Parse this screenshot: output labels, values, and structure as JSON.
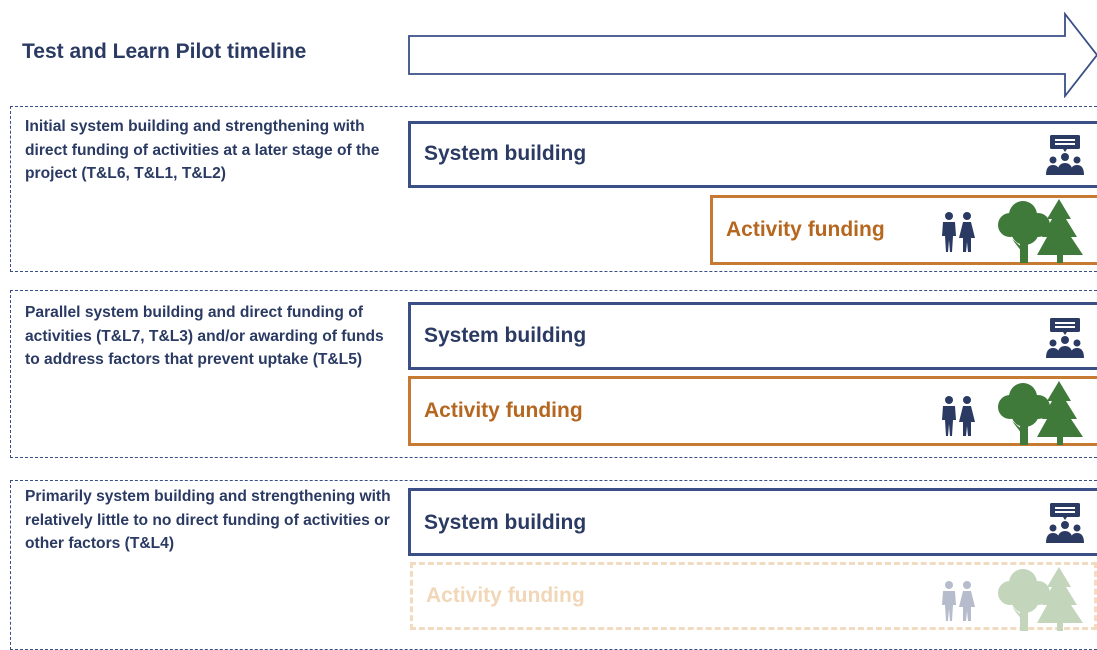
{
  "title": "Test and Learn Pilot timeline",
  "sections": [
    {
      "description": "Initial system building and strengthening with direct funding of activities at a later stage of the project (T&L6, T&L1, T&L2)",
      "system_label": "System building",
      "activity_label": "Activity funding"
    },
    {
      "description": "Parallel system building and direct funding of activities (T&L7, T&L3) and/or awarding of funds to address factors that prevent uptake (T&L5)",
      "system_label": "System building",
      "activity_label": "Activity funding"
    },
    {
      "description": "Primarily system building and strengthening with relatively little to no direct funding of activities or other factors (T&L4)",
      "system_label": "System building",
      "activity_label": "Activity funding"
    }
  ],
  "colors": {
    "navy": "#2a3a63",
    "border_blue": "#3a4f86",
    "orange": "#c77a31",
    "tree_green": "#3f7a3a",
    "faded_orange": "#f1d7b7",
    "faded_green": "#c3d5bb",
    "faded_people": "#b6bccb"
  },
  "icons": [
    "timeline-arrow-icon",
    "meeting-presentation-icon",
    "people-icon",
    "trees-icon"
  ]
}
